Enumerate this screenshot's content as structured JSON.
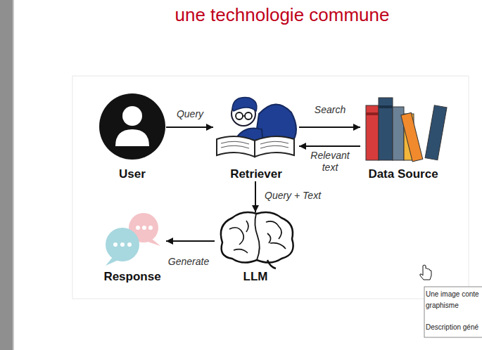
{
  "diagram": {
    "title": "une technologie commune",
    "nodes": [
      {
        "text": [
          "User"
        ]
      },
      {
        "text": [
          "Retriever"
        ]
      },
      {
        "text": [
          "Data Source"
        ]
      },
      {
        "text": [
          "Response"
        ]
      },
      {
        "text": [
          "LLM"
        ]
      }
    ],
    "edges": [
      {
        "from": 0,
        "to": 1,
        "label": "Query",
        "arrow": "to"
      },
      {
        "from": 1,
        "to": 2,
        "label": "Search",
        "arrow": "to"
      },
      {
        "from": 2,
        "to": 1,
        "label": "Relevant text",
        "arrow": "to"
      },
      {
        "from": 1,
        "to": 4,
        "label": "Query + Text",
        "arrow": "to"
      },
      {
        "from": 4,
        "to": 3,
        "label": "Generate",
        "arrow": "to"
      }
    ],
    "labels": [
      "Une image conte",
      "graphisme",
      "Description géné"
    ]
  }
}
